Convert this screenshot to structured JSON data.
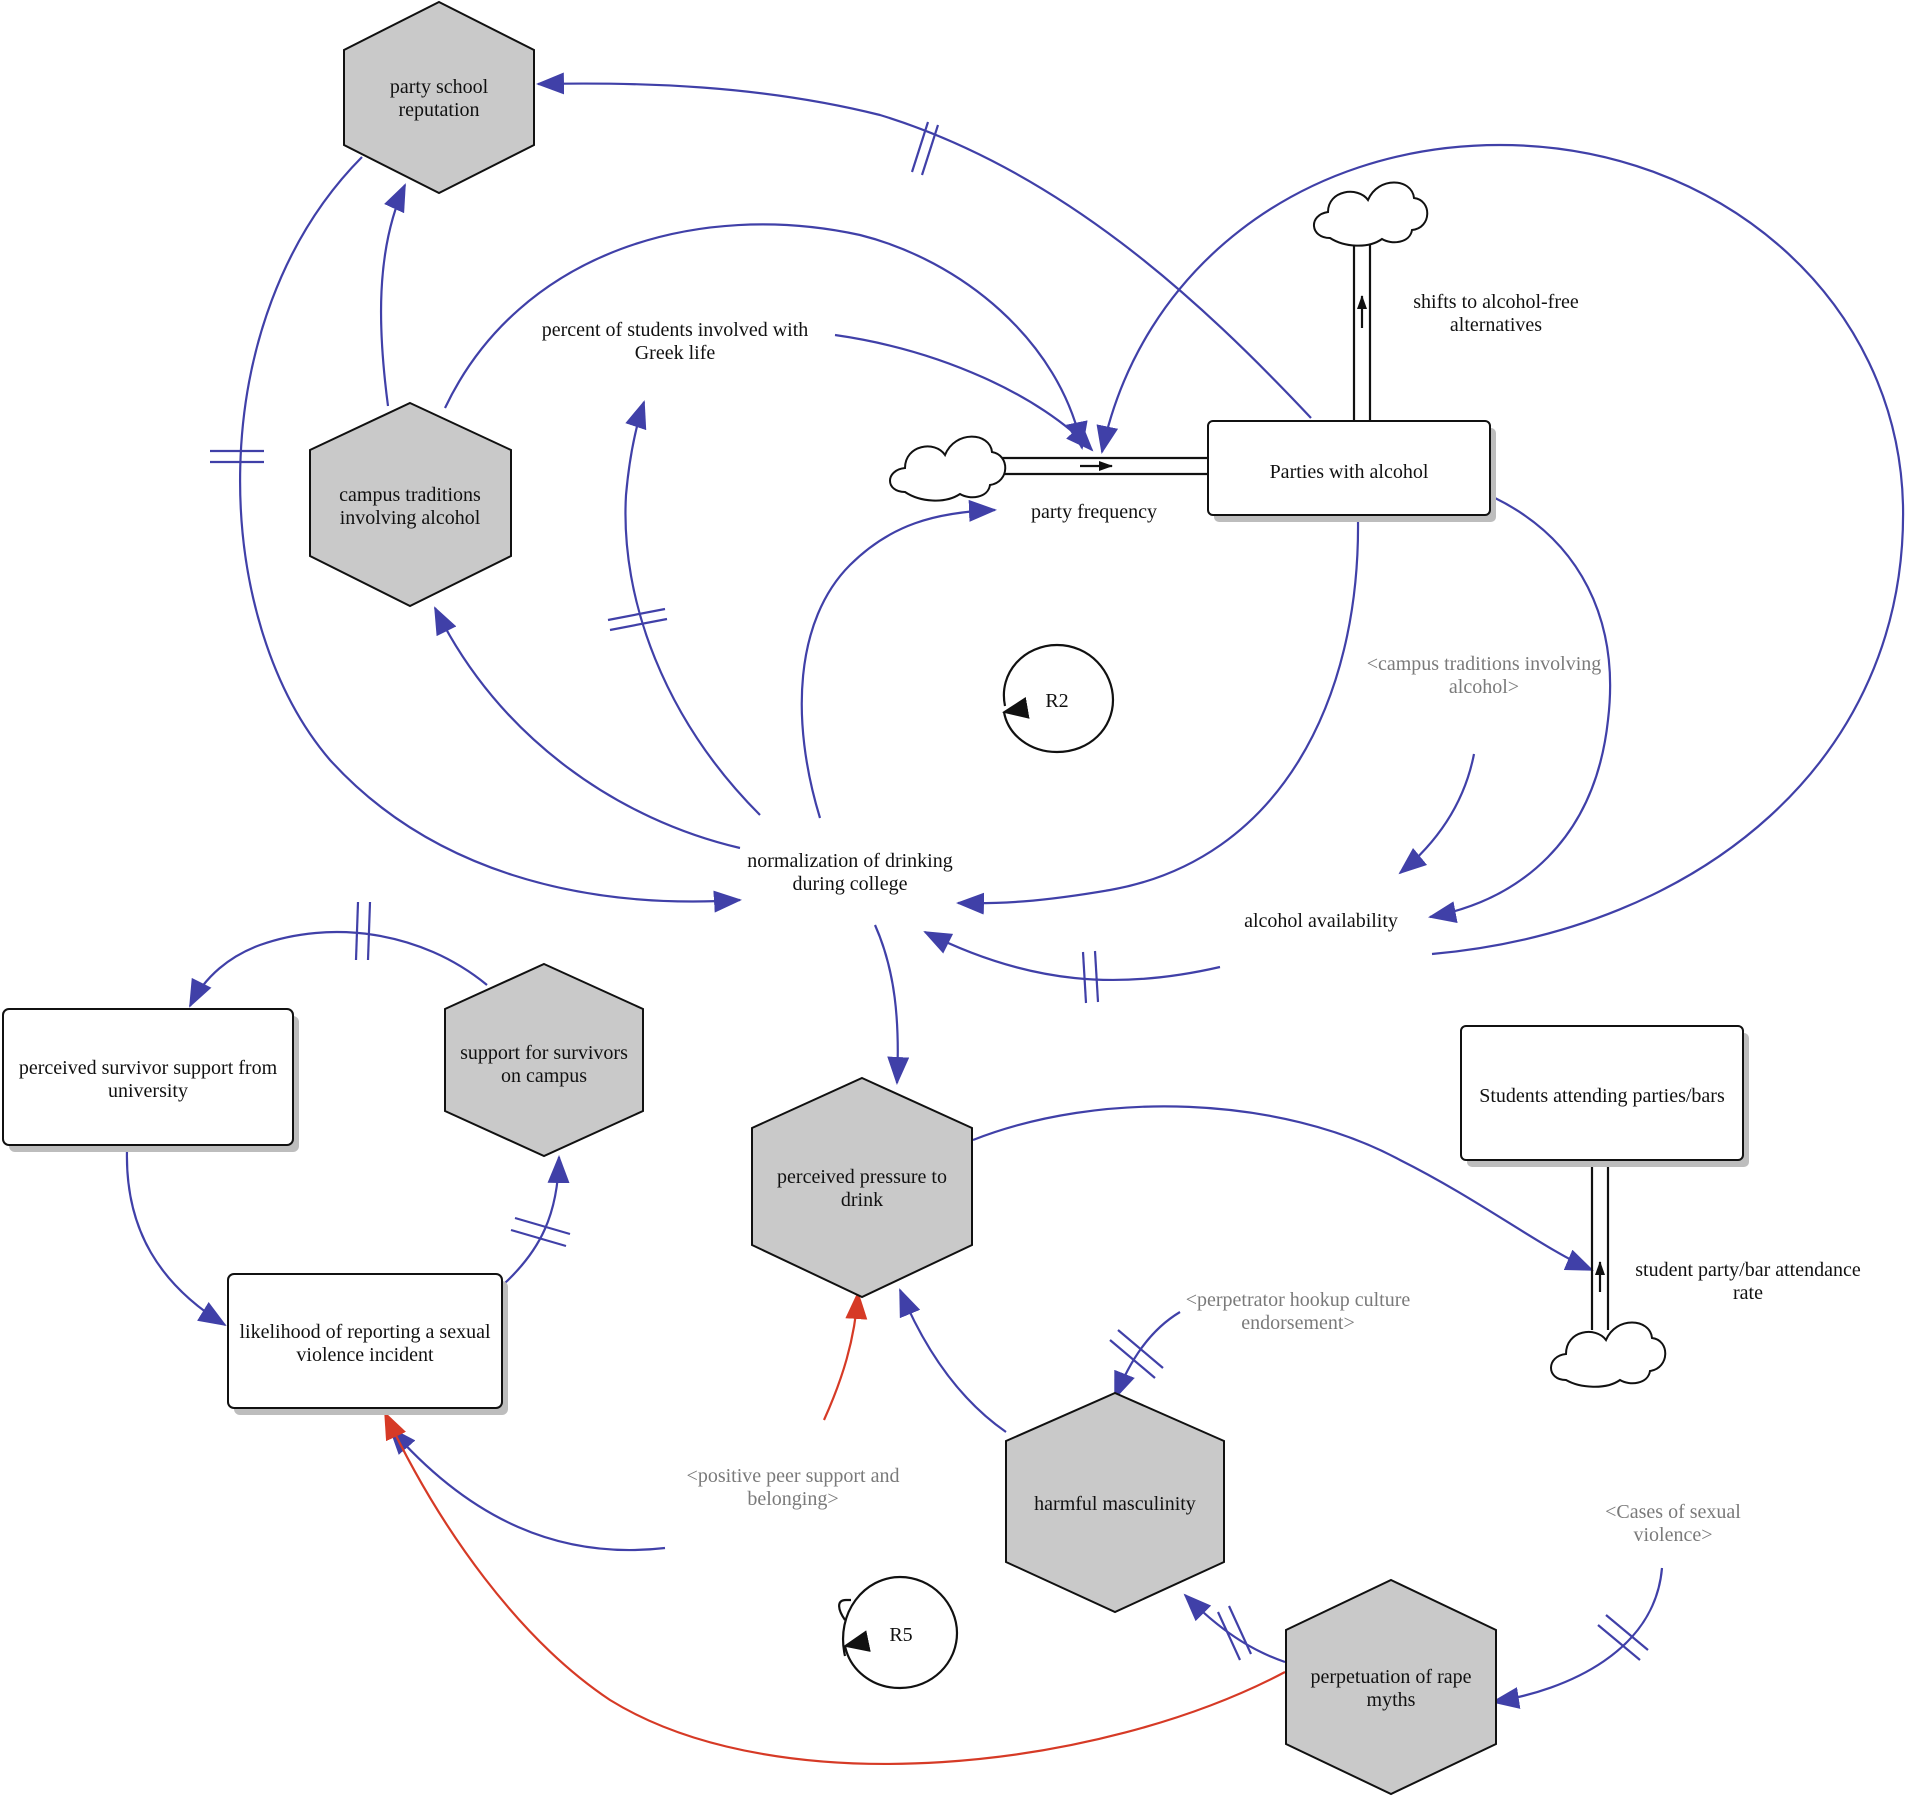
{
  "colors": {
    "link_positive": "#4040a8",
    "link_negative": "#d63a26",
    "node_fill": "#c9c9c9",
    "shadow": "#bdbdbd",
    "shadow_label_text": "#7a7a7a"
  },
  "nodes": {
    "party_school_reputation": [
      "party school",
      "reputation"
    ],
    "campus_traditions": [
      "campus traditions",
      "involving alcohol"
    ],
    "support_survivors": [
      "support for survivors",
      "on campus"
    ],
    "perceived_pressure": [
      "perceived pressure to",
      "drink"
    ],
    "harmful_masculinity": [
      "harmful masculinity"
    ],
    "rape_myths": [
      "perpetuation of rape",
      "myths"
    ],
    "parties_with_alcohol": [
      "Parties with alcohol"
    ],
    "students_attending": [
      "Students attending parties/bars"
    ],
    "perceived_survivor_support": [
      "perceived survivor support from",
      "university"
    ],
    "likelihood_reporting": [
      "likelihood of reporting a sexual",
      "violence incident"
    ]
  },
  "variables": {
    "greek_life": [
      "percent of students involved with",
      "Greek life"
    ],
    "party_frequency": [
      "party frequency"
    ],
    "shifts_alcohol_free": [
      "shifts to alcohol-free",
      "alternatives"
    ],
    "normalization": [
      "normalization of drinking",
      "during college"
    ],
    "alcohol_availability": [
      "alcohol availability"
    ],
    "attendance_rate": [
      "student party/bar attendance",
      "rate"
    ]
  },
  "shadow_variables": {
    "campus_traditions_shadow": [
      "<campus traditions involving",
      "alcohol>"
    ],
    "hookup_culture": [
      "<perpetrator hookup culture",
      "endorsement>"
    ],
    "peer_support": [
      "<positive peer support and",
      "belonging>"
    ],
    "cases_sexual_violence": [
      "<Cases of sexual",
      "violence>"
    ]
  },
  "loops": {
    "r2": "R2",
    "r5": "R5"
  }
}
